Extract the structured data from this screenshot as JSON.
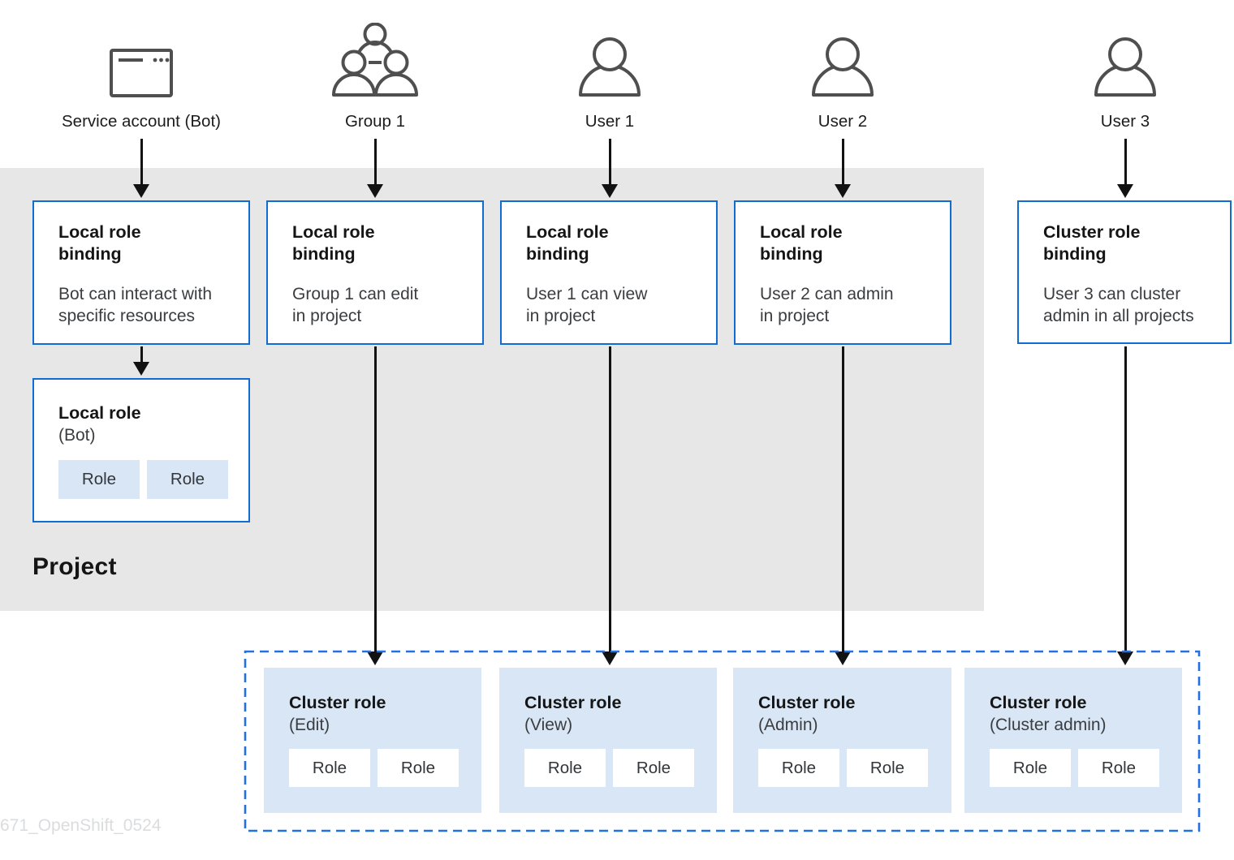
{
  "actors": [
    {
      "label": "Service account (Bot)",
      "icon": "browser-window-icon"
    },
    {
      "label": "Group 1",
      "icon": "group-icon"
    },
    {
      "label": "User 1",
      "icon": "user-icon"
    },
    {
      "label": "User 2",
      "icon": "user-icon"
    },
    {
      "label": "User 3",
      "icon": "user-icon"
    }
  ],
  "role_bindings": [
    {
      "title": "Local role\nbinding",
      "description": "Bot can interact with\nspecific resources"
    },
    {
      "title": "Local role\nbinding",
      "description": "Group 1 can edit\nin project"
    },
    {
      "title": "Local role\nbinding",
      "description": "User 1 can view\nin project"
    },
    {
      "title": "Local role\nbinding",
      "description": "User 2 can admin\nin project"
    },
    {
      "title": "Cluster role\nbinding",
      "description": "User 3 can cluster\nadmin in all projects"
    }
  ],
  "project": {
    "label": "Project"
  },
  "local_role": {
    "title": "Local role",
    "subtitle": "(Bot)",
    "roles": [
      "Role",
      "Role"
    ]
  },
  "cluster_roles": [
    {
      "title": "Cluster role",
      "subtitle": "(Edit)",
      "roles": [
        "Role",
        "Role"
      ]
    },
    {
      "title": "Cluster role",
      "subtitle": "(View)",
      "roles": [
        "Role",
        "Role"
      ]
    },
    {
      "title": "Cluster role",
      "subtitle": "(Admin)",
      "roles": [
        "Role",
        "Role"
      ]
    },
    {
      "title": "Cluster role",
      "subtitle": "(Cluster admin)",
      "roles": [
        "Role",
        "Role"
      ]
    }
  ],
  "watermark": "671_OpenShift_0524",
  "colors": {
    "accent_blue_border": "#0f6cd2",
    "dashed_border_blue": "#2570e0",
    "light_blue_fill": "#d8e6f5",
    "project_background": "#e7e7e7",
    "title_text": "#151515",
    "body_text": "#3b3d40",
    "icon_stroke": "#4f4f4f",
    "arrow_black": "#121212",
    "watermark_gray": "#dbdcde"
  }
}
